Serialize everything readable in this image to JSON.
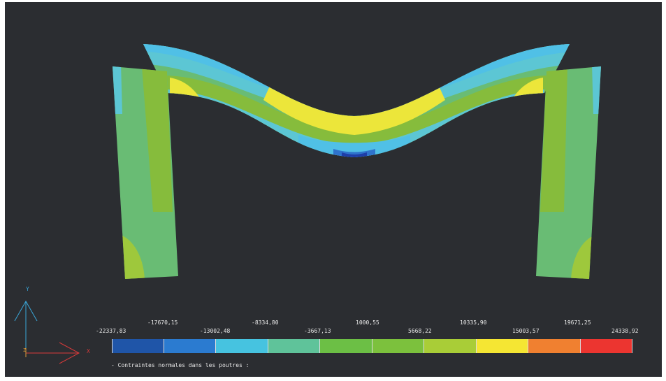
{
  "legend": {
    "ticks_upper": [
      "-17670,15",
      "-8334,80",
      "1000,55",
      "10335,90",
      "19671,25"
    ],
    "ticks_lower": [
      "-22337,83",
      "-13002,48",
      "-3667,13",
      "5668,22",
      "15003,57",
      "24338,92"
    ],
    "colors": [
      "#1f55a8",
      "#2b7bd0",
      "#46c3e0",
      "#5fc39a",
      "#6cbf45",
      "#7cc13d",
      "#a9cd37",
      "#f5e633",
      "#f08030",
      "#ec3530"
    ],
    "caption": "- Contraintes normales dans les poutres :"
  },
  "axes": {
    "x_label": "X",
    "y_label": "Y",
    "z_label": "Z",
    "x_color": "#d83a3a",
    "y_color": "#3aa6d8",
    "z_color": "#d89a3a"
  },
  "model": {
    "colors": {
      "base_green": "#69bc74",
      "mid_green": "#86bc3c",
      "yellow_green": "#9ec83c",
      "light_blue": "#5cc6d4",
      "cyan": "#50c0e6",
      "blue": "#2f73cc",
      "dark_blue": "#1e3ea8",
      "yellow": "#ece63a",
      "orange": "#f0a03a",
      "red": "#ea3c34"
    }
  }
}
